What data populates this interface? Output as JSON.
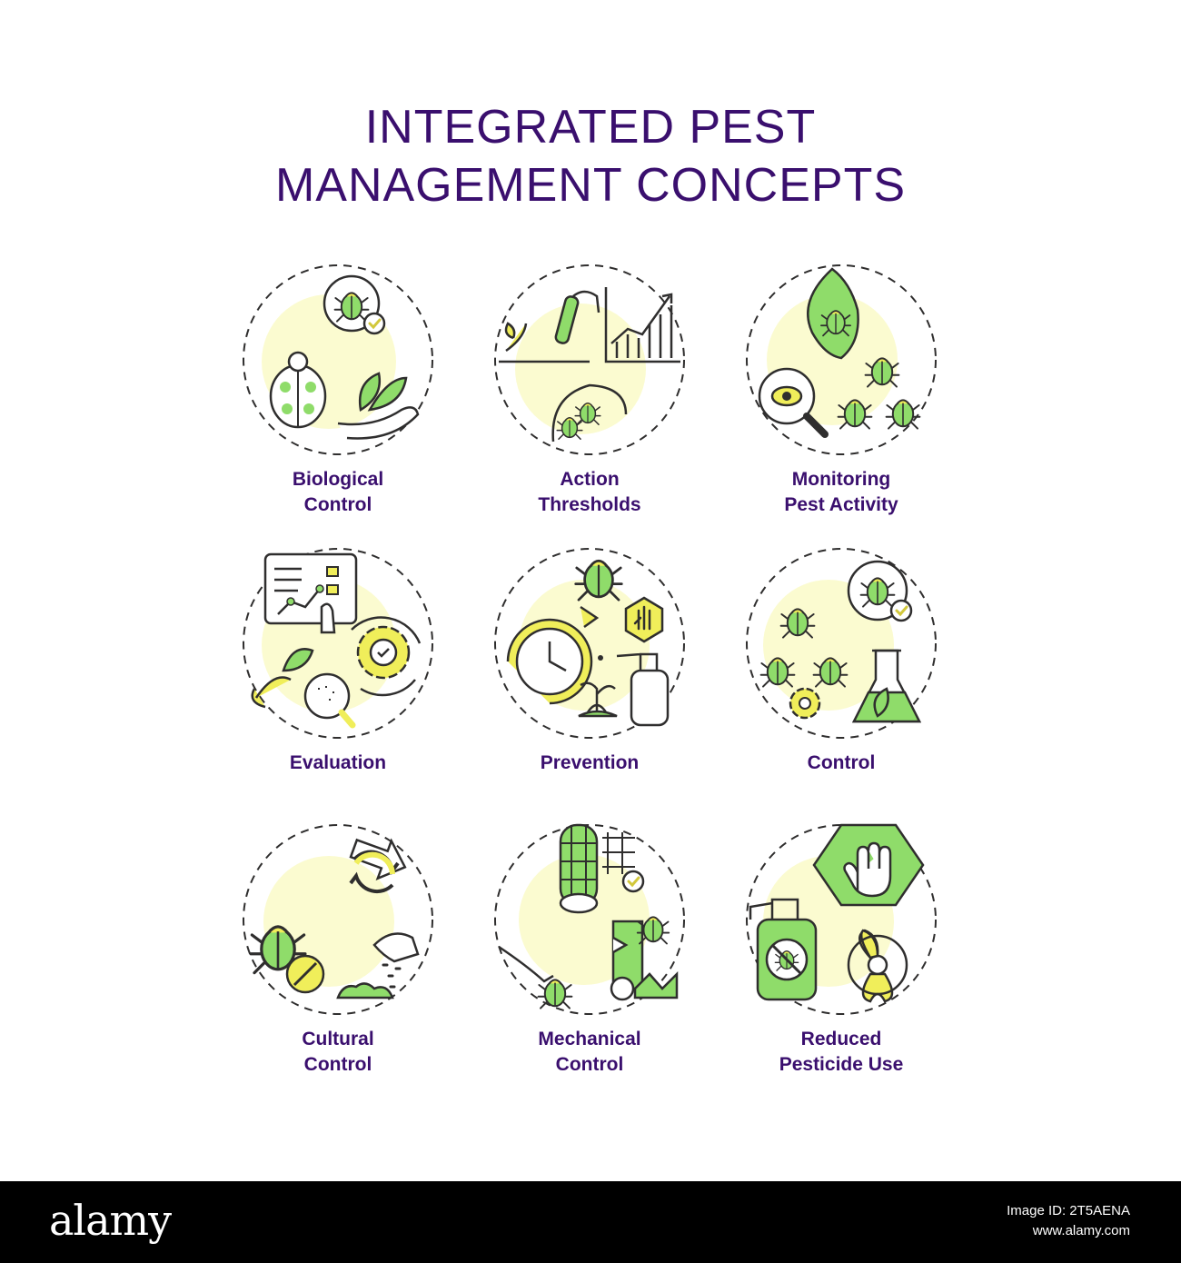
{
  "title": {
    "line1": "INTEGRATED PEST",
    "line2": "MANAGEMENT CONCEPTS"
  },
  "colors": {
    "ink": "#3a0f6e",
    "green": "#8fdc6a",
    "yellow": "#f0ee5a",
    "halo": "#fbfbd0",
    "outline": "#2f2e2e"
  },
  "concepts": [
    {
      "line1": "Biological",
      "line2": "Control",
      "icon": "ladybug-bee-sprout-icon"
    },
    {
      "line1": "Action",
      "line2": "Thresholds",
      "icon": "growth-chart-icon"
    },
    {
      "line1": "Monitoring",
      "line2": "Pest Activity",
      "icon": "magnifier-bugs-icon"
    },
    {
      "line1": "Evaluation",
      "line2": "",
      "icon": "analysis-gear-icon"
    },
    {
      "line1": "Prevention",
      "line2": "",
      "icon": "clock-spray-icon"
    },
    {
      "line1": "Control",
      "line2": "",
      "icon": "bugs-flask-icon"
    },
    {
      "line1": "Cultural",
      "line2": "Control",
      "icon": "beetle-rotation-icon"
    },
    {
      "line1": "Mechanical",
      "line2": "Control",
      "icon": "net-trap-icon"
    },
    {
      "line1": "Reduced",
      "line2": "Pesticide Use",
      "icon": "stop-hand-sprayer-icon"
    }
  ],
  "footer": {
    "brand": "alamy",
    "line1": "Image ID: 2T5AENA",
    "line2": "www.alamy.com"
  }
}
